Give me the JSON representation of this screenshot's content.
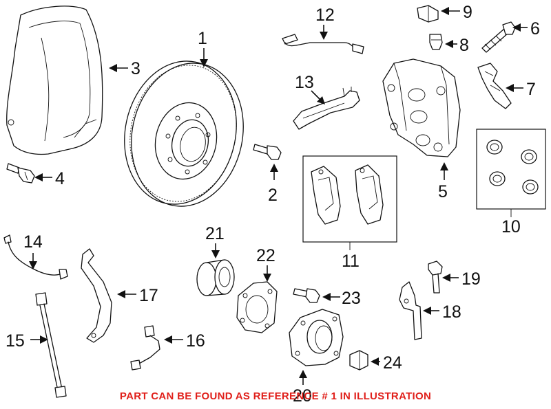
{
  "diagram": {
    "callouts": [
      "1",
      "2",
      "3",
      "4",
      "5",
      "6",
      "7",
      "8",
      "9",
      "10",
      "11",
      "12",
      "13",
      "14",
      "15",
      "16",
      "17",
      "18",
      "19",
      "20",
      "21",
      "22",
      "23",
      "24"
    ],
    "note": "PART CAN BE FOUND AS REFERENCE # 1 IN ILLUSTRATION",
    "note_color": "#e0201b"
  }
}
